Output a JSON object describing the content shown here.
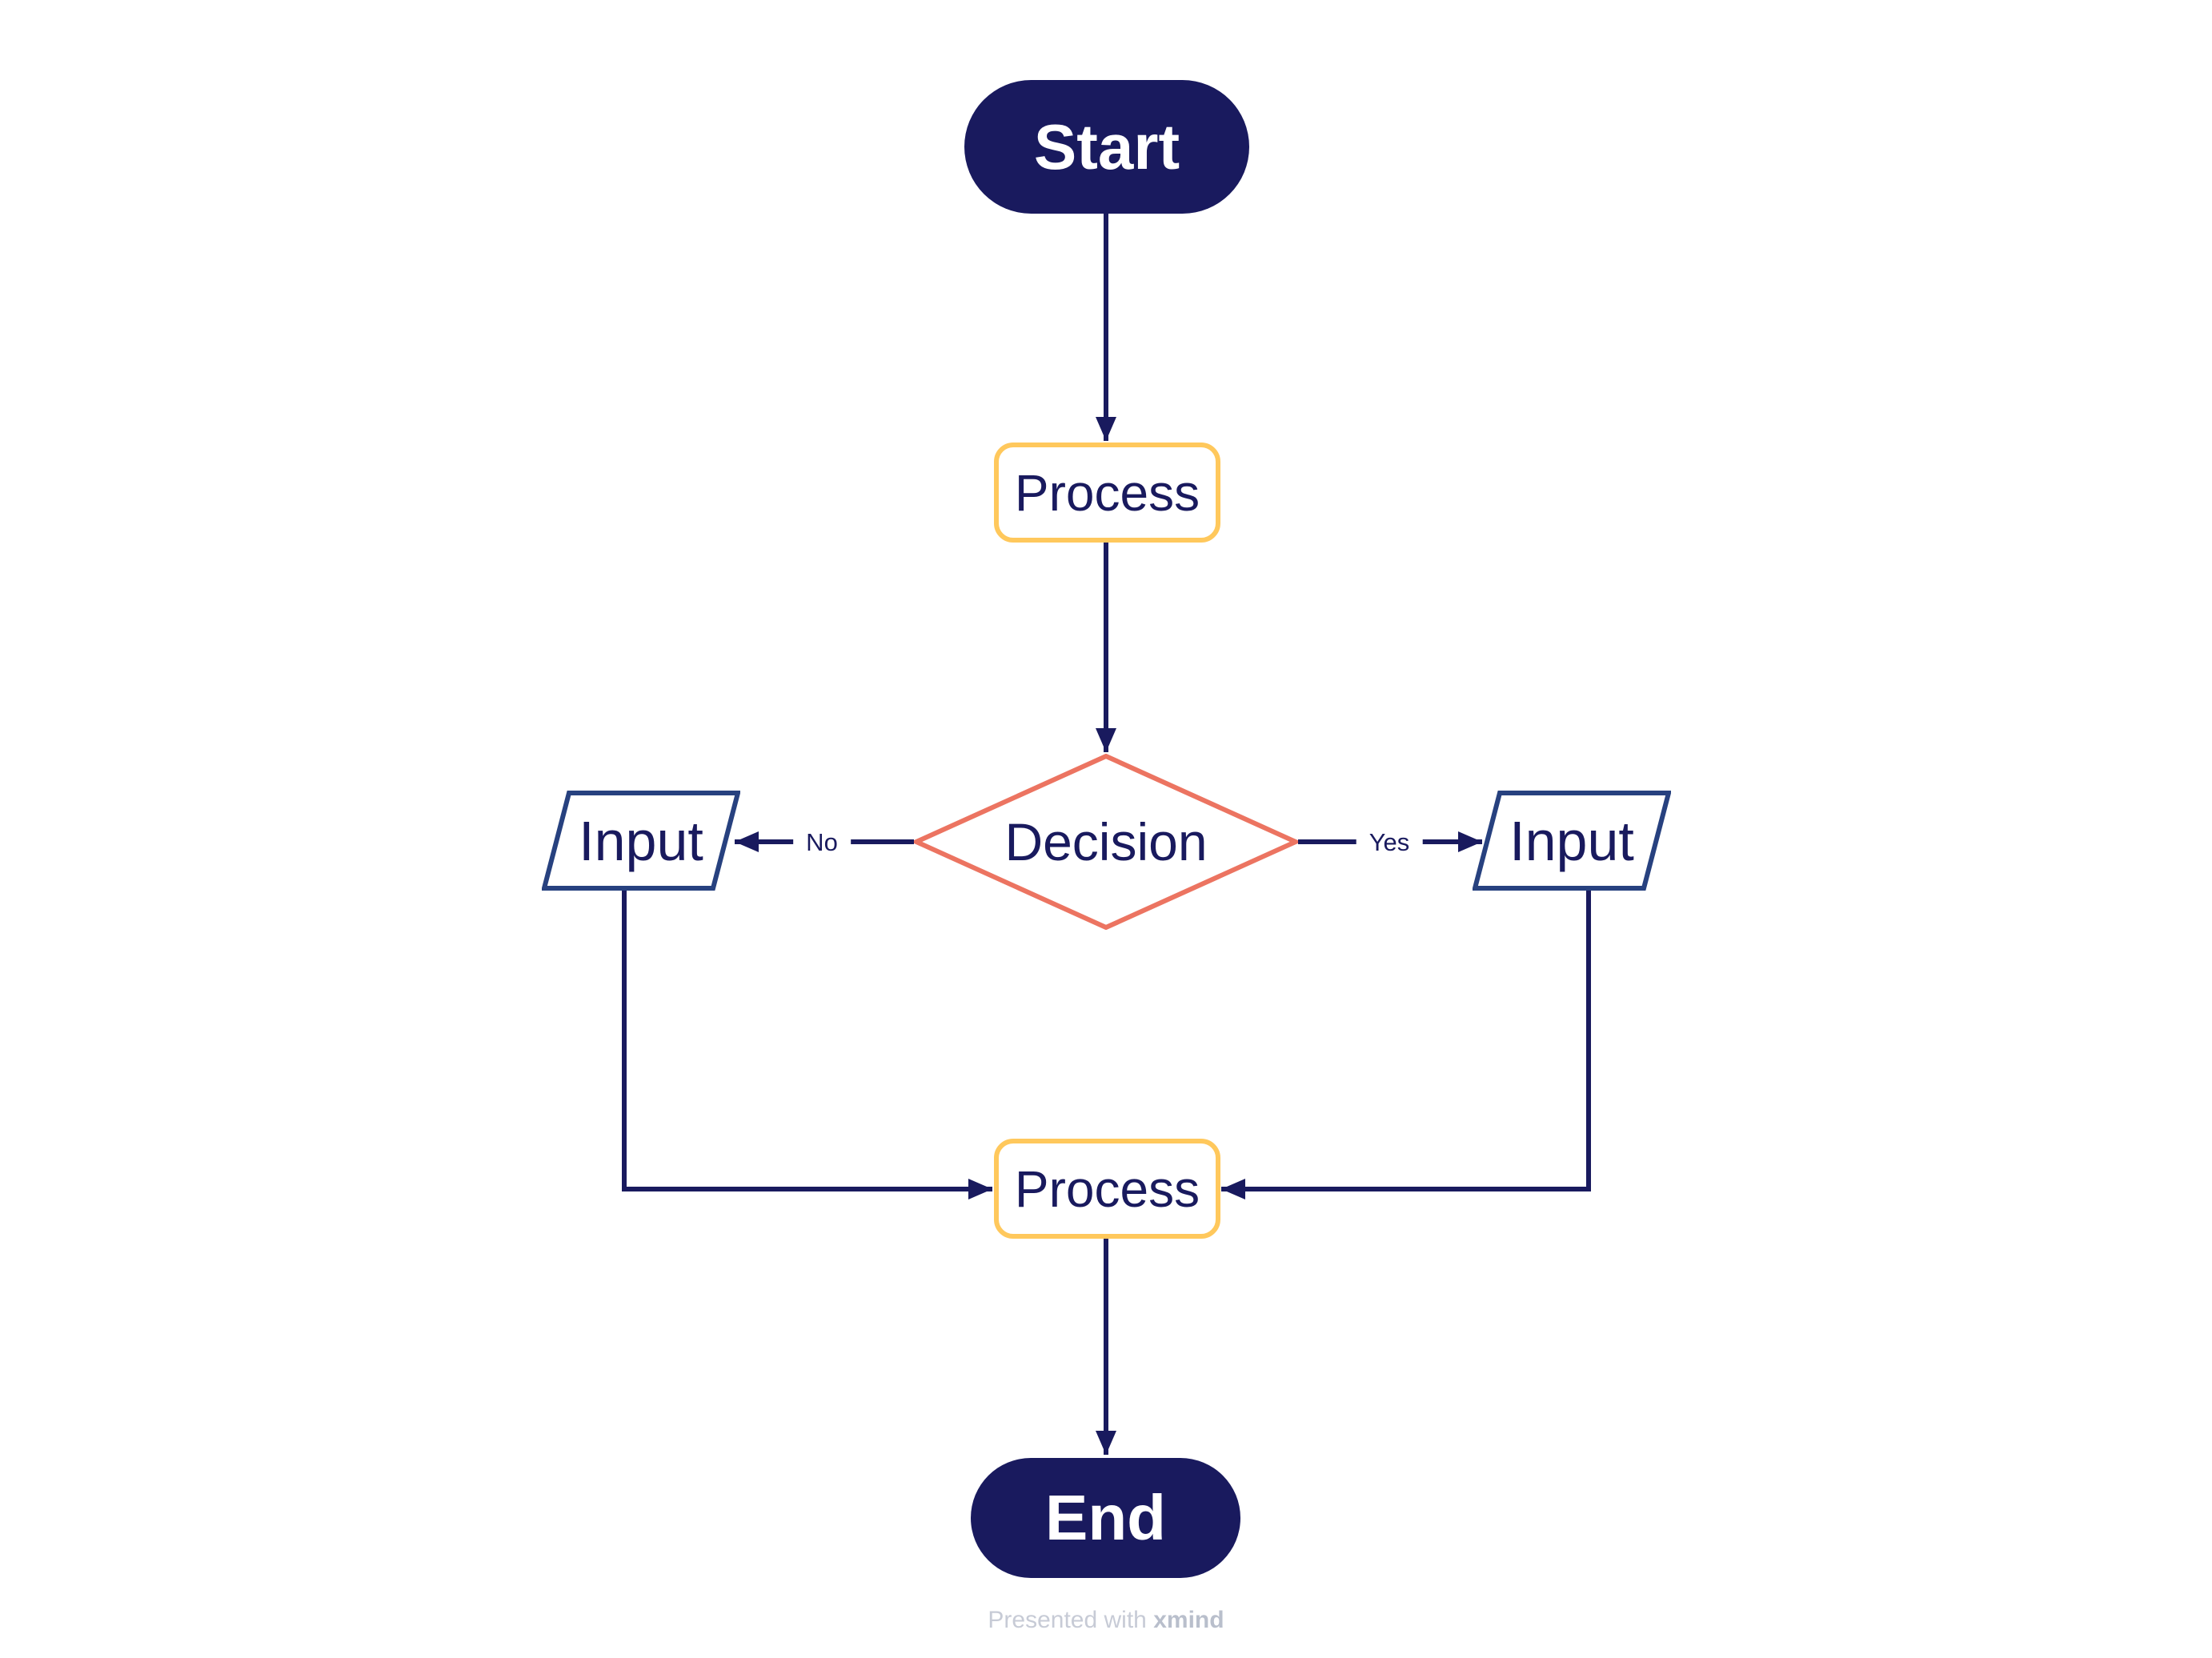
{
  "diagram": {
    "type": "flowchart",
    "background": "#ffffff"
  },
  "palette": {
    "navy": "#191A5E",
    "input_border_blue": "#27417F",
    "process_border_yellow": "#FFC85C",
    "decision_border_coral": "#EC7461",
    "node_fill_white": "#ffffff",
    "terminator_text_white": "#ffffff",
    "footer_gray": "#C7CBD6",
    "footer_brand_gray": "#B9BFCC"
  },
  "nodes": {
    "start": {
      "label": "Start",
      "shape": "terminator"
    },
    "process_top": {
      "label": "Process",
      "shape": "process"
    },
    "decision": {
      "label": "Decision",
      "shape": "decision"
    },
    "input_left": {
      "label": "Input",
      "shape": "input-output"
    },
    "input_right": {
      "label": "Input",
      "shape": "input-output"
    },
    "process_bottom": {
      "label": "Process",
      "shape": "process"
    },
    "end": {
      "label": "End",
      "shape": "terminator"
    }
  },
  "edges": {
    "start_to_process": {
      "from": "start",
      "to": "process_top",
      "label": ""
    },
    "process_to_decision": {
      "from": "process_top",
      "to": "decision",
      "label": ""
    },
    "decision_no": {
      "from": "decision",
      "to": "input_left",
      "label": "No"
    },
    "decision_yes": {
      "from": "decision",
      "to": "input_right",
      "label": "Yes"
    },
    "input_left_to_process": {
      "from": "input_left",
      "to": "process_bottom",
      "label": ""
    },
    "input_right_to_process": {
      "from": "input_right",
      "to": "process_bottom",
      "label": ""
    },
    "process_to_end": {
      "from": "process_bottom",
      "to": "end",
      "label": ""
    }
  },
  "footer": {
    "prefix": "Presented with",
    "brand": "xmind"
  }
}
